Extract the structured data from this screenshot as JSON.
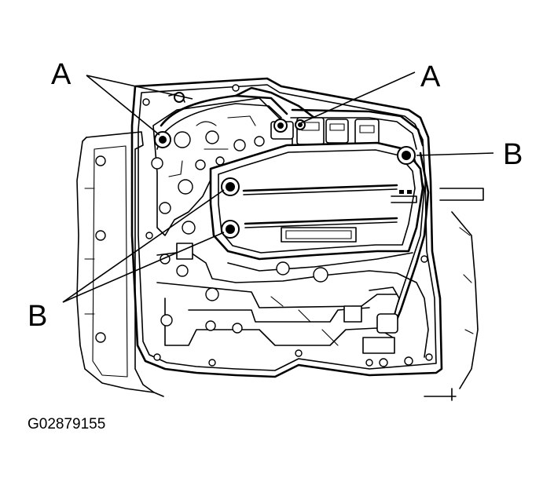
{
  "diagram": {
    "figure_id": "G02879155",
    "callouts": {
      "a_left": "A",
      "a_right": "A",
      "b_right": "B",
      "b_left": "B"
    }
  }
}
